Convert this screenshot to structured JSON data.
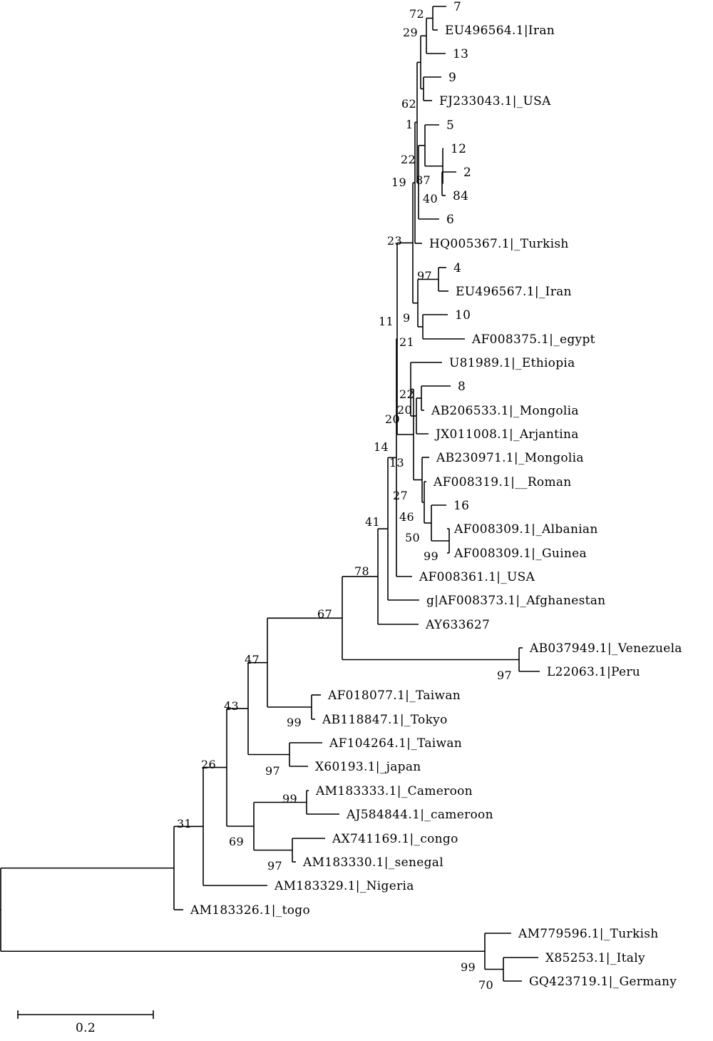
{
  "tree": {
    "tips": [
      {
        "id": "t_7",
        "label": "7"
      },
      {
        "id": "t_eu496564",
        "label": "EU496564.1|Iran"
      },
      {
        "id": "t_13",
        "label": "13"
      },
      {
        "id": "t_9",
        "label": "9"
      },
      {
        "id": "t_fj233043",
        "label": "FJ233043.1|_USA"
      },
      {
        "id": "t_5",
        "label": "5"
      },
      {
        "id": "t_12",
        "label": "12"
      },
      {
        "id": "t_2",
        "label": "2"
      },
      {
        "id": "t_84",
        "label": "84"
      },
      {
        "id": "t_6",
        "label": "6"
      },
      {
        "id": "t_hq005367",
        "label": "HQ005367.1|_Turkish"
      },
      {
        "id": "t_4",
        "label": "4"
      },
      {
        "id": "t_eu496567",
        "label": "EU496567.1|_Iran"
      },
      {
        "id": "t_10",
        "label": "10"
      },
      {
        "id": "t_af008375",
        "label": "AF008375.1|_egypt"
      },
      {
        "id": "t_u81989",
        "label": "U81989.1|_Ethiopia"
      },
      {
        "id": "t_8",
        "label": "8"
      },
      {
        "id": "t_ab206533",
        "label": "AB206533.1|_Mongolia"
      },
      {
        "id": "t_jx011008",
        "label": "JX011008.1|_Arjantina"
      },
      {
        "id": "t_ab230971",
        "label": "AB230971.1|_Mongolia"
      },
      {
        "id": "t_af008319",
        "label": "AF008319.1|__Roman"
      },
      {
        "id": "t_16",
        "label": "16"
      },
      {
        "id": "t_af008309a",
        "label": "AF008309.1|_Albanian"
      },
      {
        "id": "t_af008309g",
        "label": "AF008309.1|_Guinea"
      },
      {
        "id": "t_af008361",
        "label": "AF008361.1|_USA"
      },
      {
        "id": "t_af008373",
        "label": "g|AF008373.1|_Afghanestan"
      },
      {
        "id": "t_ay633627",
        "label": "AY633627"
      },
      {
        "id": "t_ab037949",
        "label": "AB037949.1|_Venezuela"
      },
      {
        "id": "t_l22063",
        "label": "L22063.1|Peru"
      },
      {
        "id": "t_af018077",
        "label": "AF018077.1|_Taiwan"
      },
      {
        "id": "t_ab118847",
        "label": "AB118847.1|_Tokyo"
      },
      {
        "id": "t_af104264",
        "label": "AF104264.1|_Taiwan"
      },
      {
        "id": "t_x60193",
        "label": "X60193.1|_japan"
      },
      {
        "id": "t_am183333",
        "label": "AM183333.1|_Cameroon"
      },
      {
        "id": "t_aj584844",
        "label": "AJ584844.1|_cameroon"
      },
      {
        "id": "t_ax741169",
        "label": "AX741169.1|_congo"
      },
      {
        "id": "t_am183330",
        "label": "AM183330.1|_senegal"
      },
      {
        "id": "t_am183329",
        "label": "AM183329.1|_Nigeria"
      },
      {
        "id": "t_am183326",
        "label": "AM183326.1|_togo"
      },
      {
        "id": "t_am779596",
        "label": "AM779596.1|_Turkish"
      },
      {
        "id": "t_x85253",
        "label": "X85253.1|_Italy"
      },
      {
        "id": "t_gq423719",
        "label": "GQ423719.1|_Germany"
      }
    ],
    "bootstrap": [
      {
        "id": "n_a",
        "value": "72"
      },
      {
        "id": "n_b",
        "value": "29"
      },
      {
        "id": "n_c",
        "value": "62"
      },
      {
        "id": "n_e",
        "value": "1"
      },
      {
        "id": "n_f",
        "value": "22"
      },
      {
        "id": "n_g",
        "value": "87"
      },
      {
        "id": "n_h",
        "value": "40"
      },
      {
        "id": "n_k",
        "value": "19"
      },
      {
        "id": "n_m",
        "value": "23"
      },
      {
        "id": "n_p",
        "value": "97"
      },
      {
        "id": "n_q",
        "value": "9"
      },
      {
        "id": "n_r",
        "value": "21"
      },
      {
        "id": "n_s",
        "value": "11"
      },
      {
        "id": "n_t",
        "value": "22"
      },
      {
        "id": "n_u",
        "value": "20"
      },
      {
        "id": "n_v",
        "value": "20"
      },
      {
        "id": "n_w",
        "value": "14"
      },
      {
        "id": "n_x",
        "value": "13"
      },
      {
        "id": "n_y",
        "value": "27"
      },
      {
        "id": "n_z",
        "value": "46"
      },
      {
        "id": "n_aa",
        "value": "50"
      },
      {
        "id": "n_ab",
        "value": "99"
      },
      {
        "id": "n_ac",
        "value": "41"
      },
      {
        "id": "n_ad",
        "value": "78"
      },
      {
        "id": "n_ae",
        "value": "67"
      },
      {
        "id": "n_af",
        "value": "97"
      },
      {
        "id": "n_ag",
        "value": "47"
      },
      {
        "id": "n_ah",
        "value": "99"
      },
      {
        "id": "n_ai",
        "value": "43"
      },
      {
        "id": "n_aj",
        "value": "97"
      },
      {
        "id": "n_ak",
        "value": "26"
      },
      {
        "id": "n_al",
        "value": "99"
      },
      {
        "id": "n_am",
        "value": "69"
      },
      {
        "id": "n_an",
        "value": "97"
      },
      {
        "id": "n_ao",
        "value": "31"
      },
      {
        "id": "n_ap",
        "value": "99"
      },
      {
        "id": "n_aq",
        "value": "70"
      }
    ],
    "scale_bar": {
      "label": "0.2"
    }
  }
}
